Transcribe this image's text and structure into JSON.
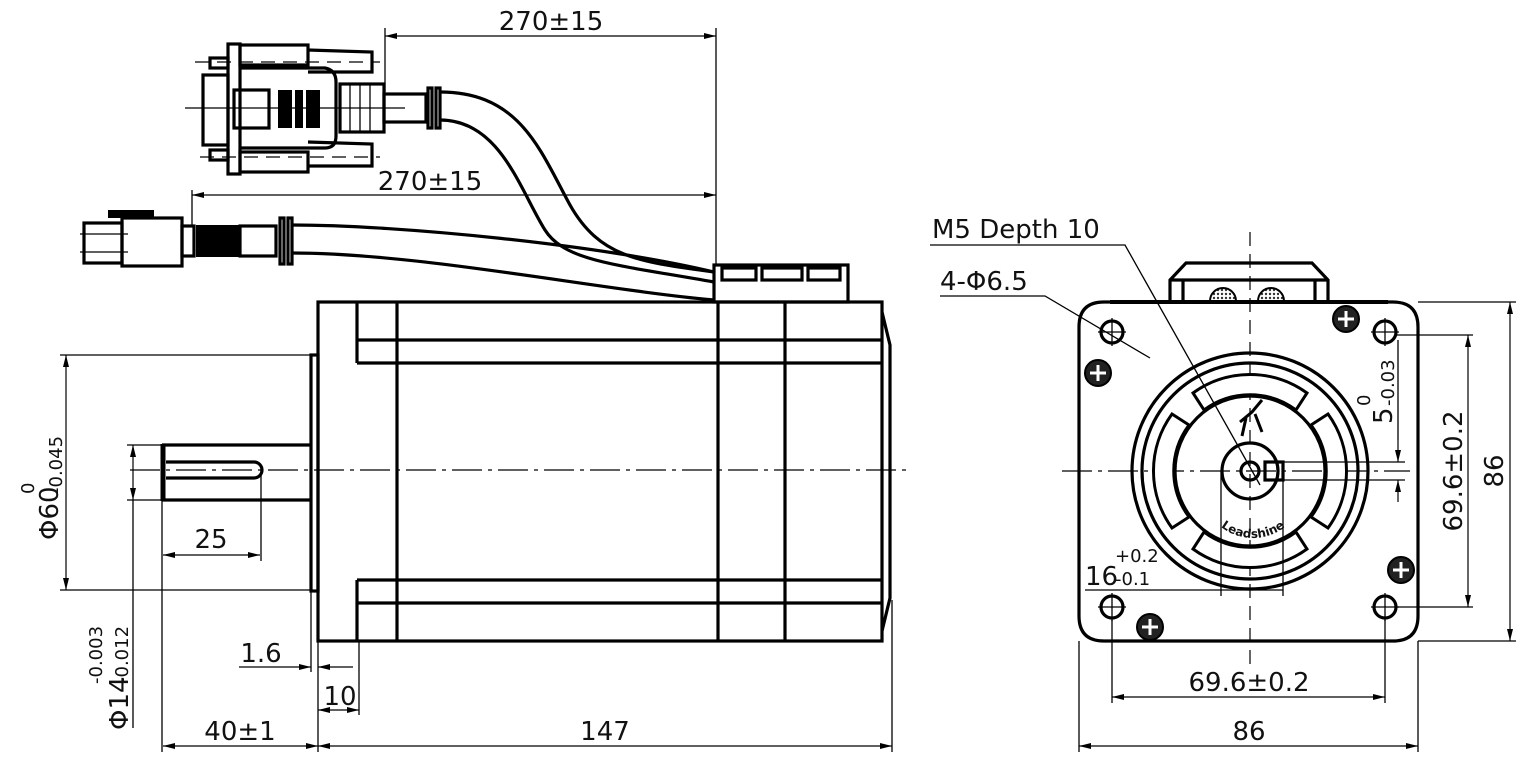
{
  "side_view": {
    "cable_length_encoder": "270±15",
    "cable_length_power": "270±15",
    "shaft_length": "25",
    "pilot_diameter": {
      "nominal": "Φ60",
      "upper": "0",
      "lower": "-0.045"
    },
    "shaft_diameter": {
      "nominal": "Φ14",
      "upper": "-0.003",
      "lower": "-0.012"
    },
    "flange_step": "1.6",
    "flange_thickness": "10",
    "shaft_extension": "40±1",
    "body_length": "147"
  },
  "front_view": {
    "tapped_hole_note": "M5 Depth 10",
    "mounting_holes_note": "4-Φ6.5",
    "key_width": {
      "nominal": "5",
      "upper": "0",
      "lower": "-0.03"
    },
    "key_height": {
      "nominal": "16",
      "upper": "+0.2",
      "lower": "-0.1"
    },
    "hole_spacing_vertical": "69.6±0.2",
    "frame_size_vertical": "86",
    "hole_spacing_horizontal": "69.6±0.2",
    "frame_size_horizontal": "86",
    "logo_text": "Leadshine"
  }
}
